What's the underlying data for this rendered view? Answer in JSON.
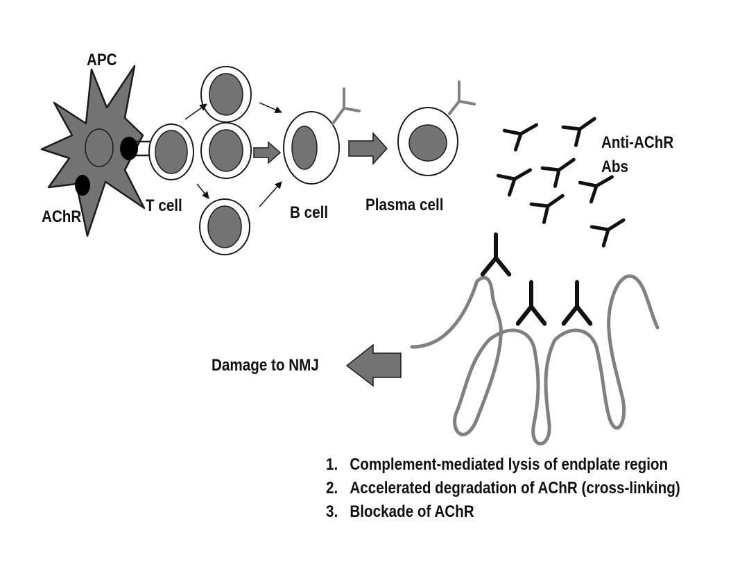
{
  "labels": {
    "apc": "APC",
    "achr": "AChR",
    "t_cell": "T cell",
    "b_cell": "B cell",
    "plasma_cell": "Plasma cell",
    "antibodies_line1": "Anti-AChR",
    "antibodies_line2": "Abs",
    "damage": "Damage to NMJ"
  },
  "mechanisms": [
    {
      "number": "1.",
      "text": "Complement-mediated lysis of endplate region"
    },
    {
      "number": "2.",
      "text": "Accelerated degradation of AChR (cross-linking)"
    },
    {
      "number": "3.",
      "text": "Blockade of AChR"
    }
  ],
  "colors": {
    "cell_fill": "#737373",
    "cell_outline": "#1a1a1a",
    "membrane": "#808080",
    "antibody": "#111111",
    "receptor": "#808080",
    "text": "#111111"
  }
}
